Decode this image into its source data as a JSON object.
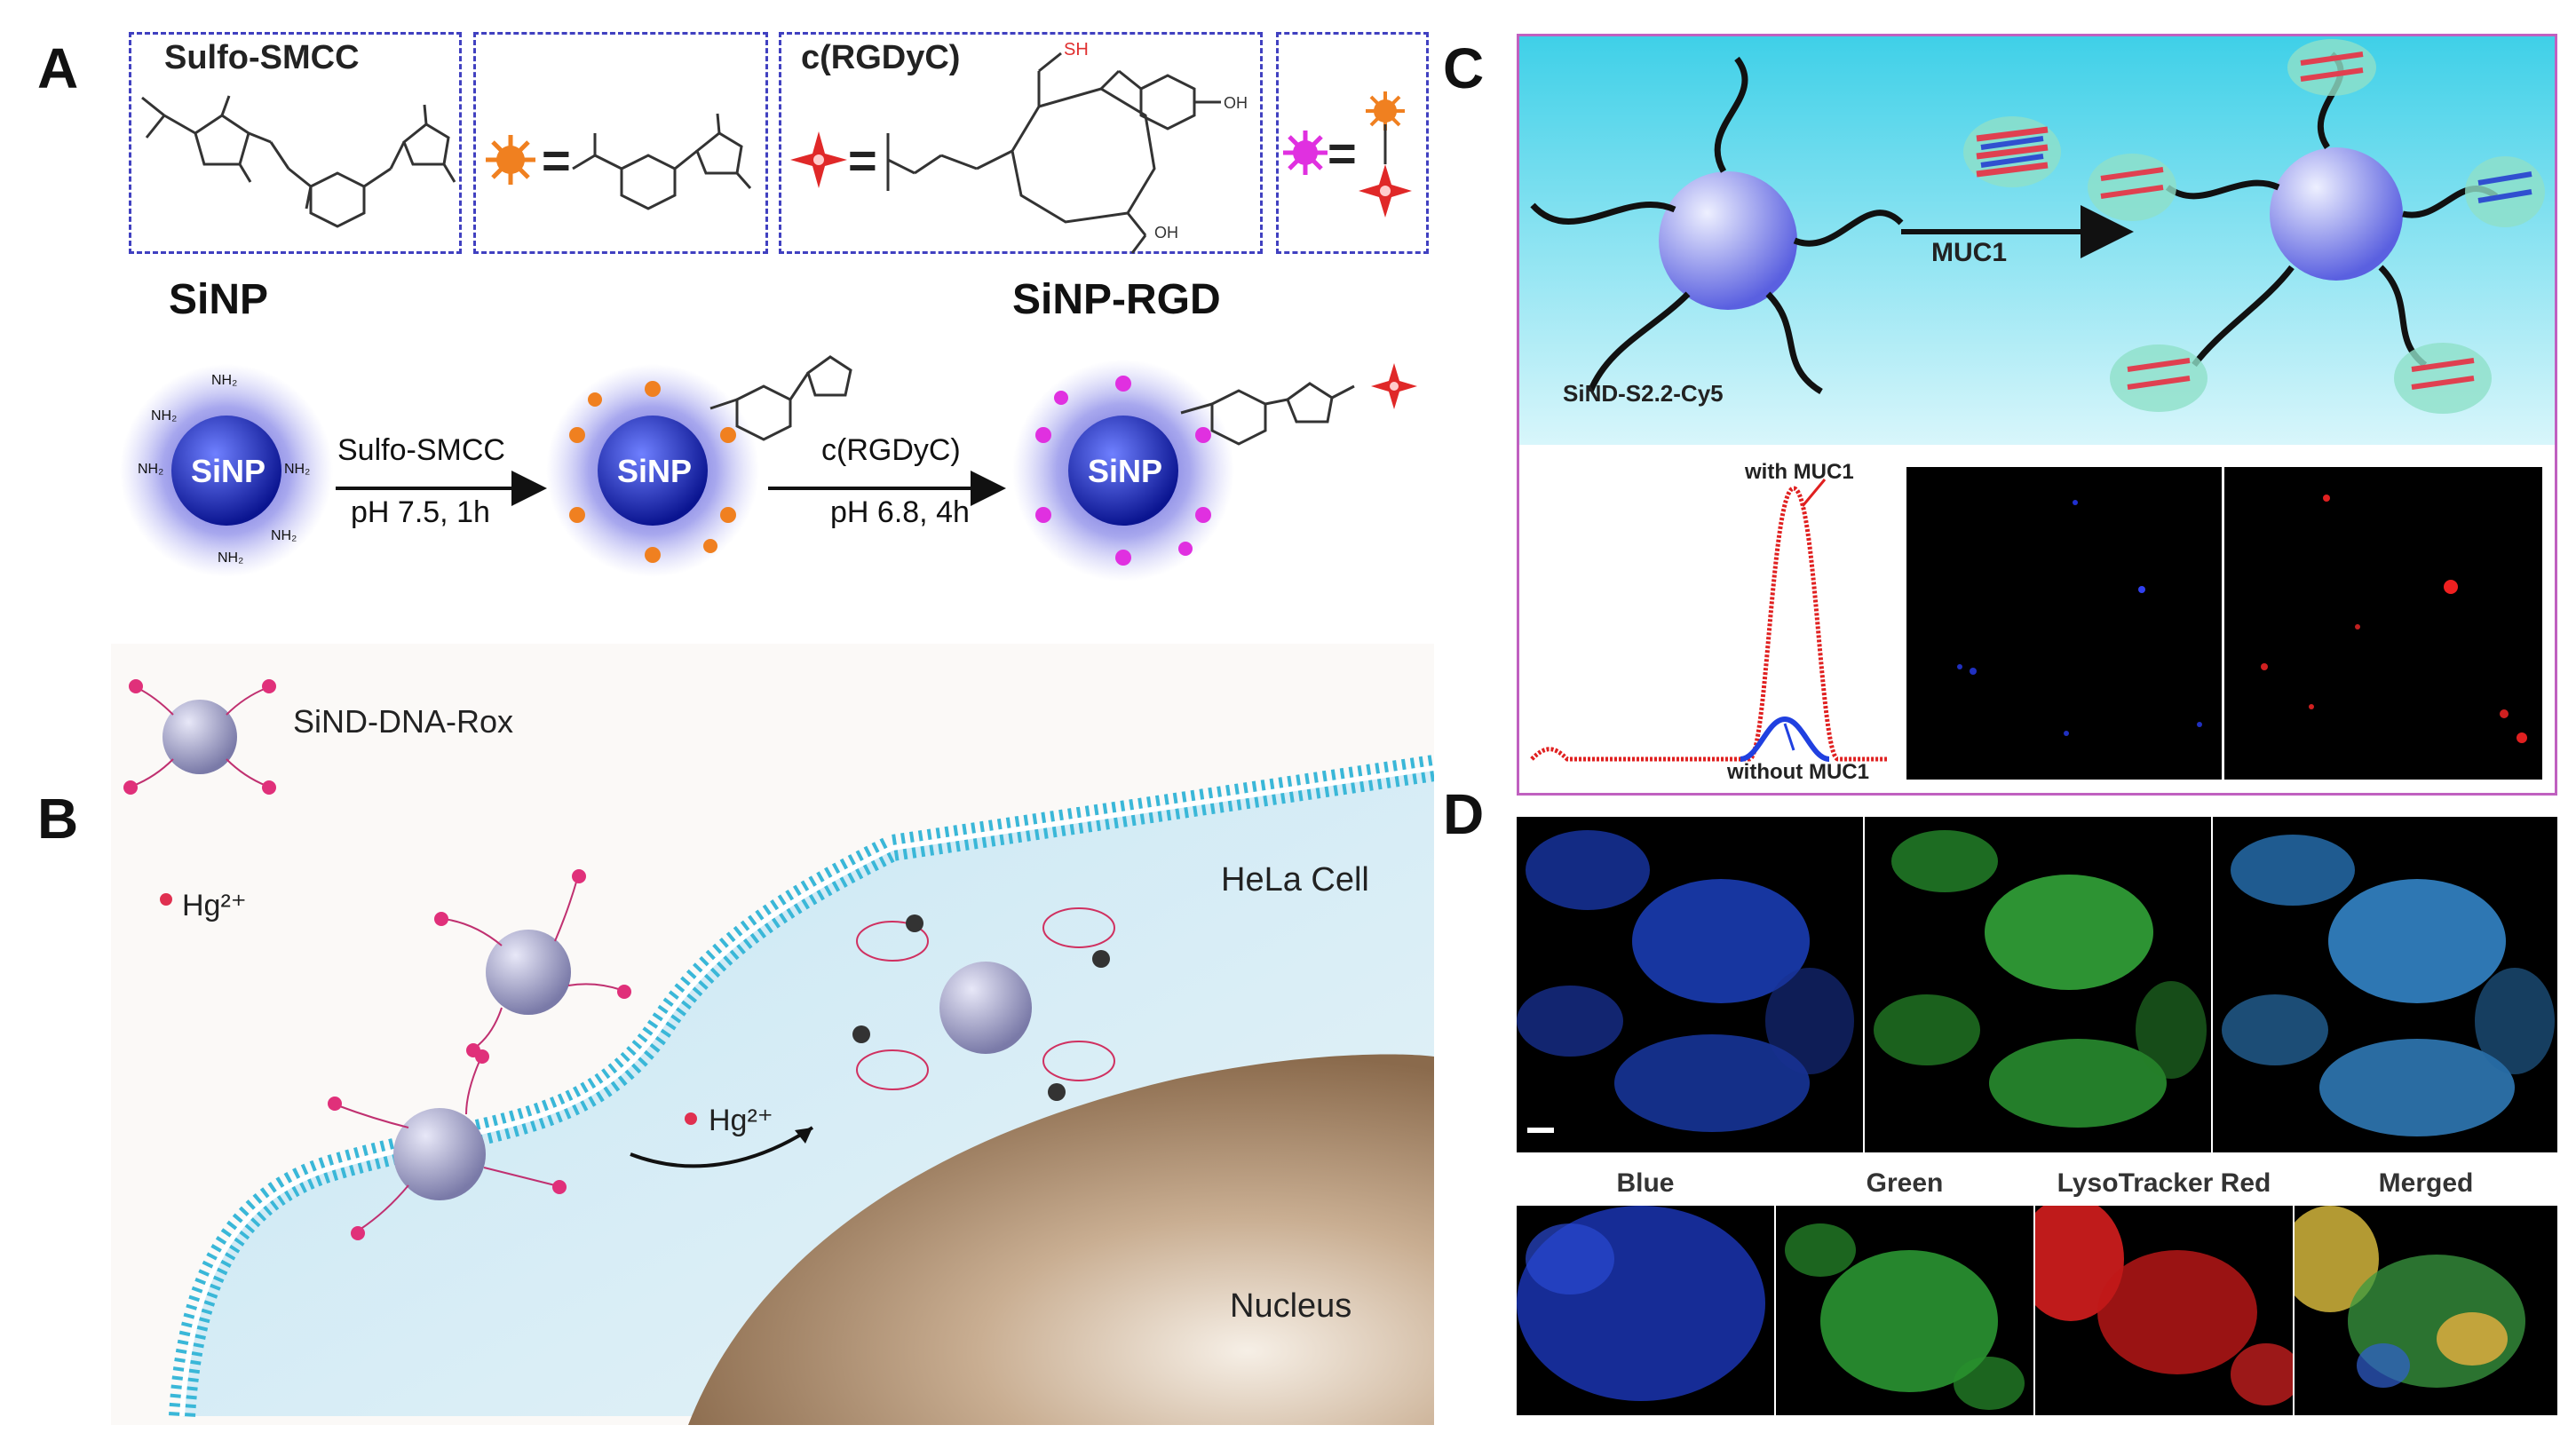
{
  "panels": {
    "a": {
      "letter": "A",
      "box1_title": "Sulfo-SMCC",
      "box3_title": "c(RGDyC)",
      "sh_label": "SH",
      "oh_label": "OH",
      "oh2_label": "OH",
      "equals": "=",
      "siNP_title": "SiNP",
      "siNP_rgd_title": "SiNP-RGD",
      "particle_label": "SiNP",
      "step1_top": "Sulfo-SMCC",
      "step1_bottom": "pH 7.5, 1h",
      "step2_top": "c(RGDyC)",
      "step2_bottom": "pH 6.8, 4h",
      "nh2": "NH₂"
    },
    "b": {
      "letter": "B",
      "probe_label": "SiND-DNA-Rox",
      "ion_label": "Hg²⁺",
      "ion_label2": "Hg²⁺",
      "cell_label": "HeLa Cell",
      "nucleus_label": "Nucleus"
    },
    "c": {
      "letter": "C",
      "probe_label": "SiND-S2.2-Cy5",
      "arrow_label": "MUC1",
      "with_label": "with MUC1",
      "without_label": "without MUC1"
    },
    "d": {
      "letter": "D",
      "captions": [
        "Blue",
        "Green",
        "LysoTracker Red",
        "Merged"
      ]
    }
  },
  "colors": {
    "box_border": "#4040c0",
    "cyan_bg": "#3fd0e8",
    "membrane": "#3ab7d8",
    "nucleus": "#b59a7e",
    "particle_blue": "#2a35c8",
    "red_curve": "#e02020",
    "blue_curve": "#2040e0",
    "c_border": "#c060c0"
  }
}
